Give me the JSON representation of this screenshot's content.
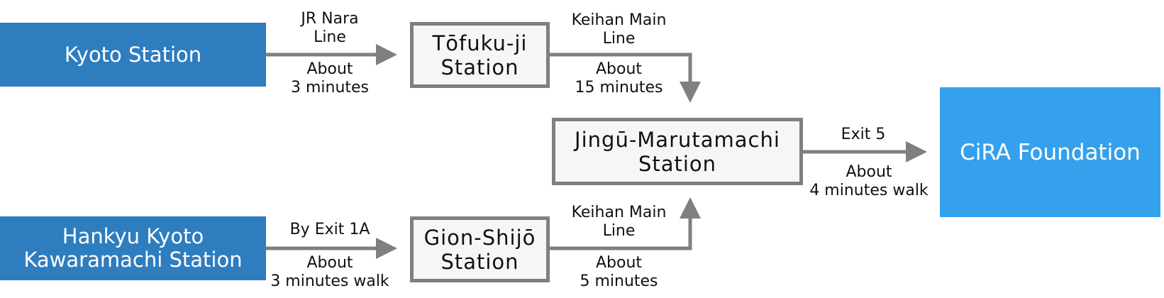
{
  "colors": {
    "origin_fill": "#2e7dbf",
    "station_fill": "#f6f6f6",
    "station_border": "#7f7f7f",
    "destination_fill": "#35a1ec",
    "arrow": "#7f7f7f"
  },
  "nodes": {
    "kyoto_station": "Kyoto Station",
    "hankyu_station": "Hankyu Kyoto\nKawaramachi Station",
    "tofukuji_station": "Tōfuku-ji\nStation",
    "gionshijo_station": "Gion-Shijō\nStation",
    "jingu_station": "Jingū-Marutamachi\nStation",
    "cira_foundation": "CiRA Foundation"
  },
  "edges": {
    "kyoto_to_tofukuji": {
      "route": "JR Nara\nLine",
      "time": "About\n3 minutes"
    },
    "tofukuji_to_jingu": {
      "route": "Keihan Main\nLine",
      "time": "About\n15 minutes"
    },
    "hankyu_to_gionshijo": {
      "route": "By Exit 1A",
      "time": "About\n3 minutes walk"
    },
    "gionshijo_to_jingu": {
      "route": "Keihan Main\nLine",
      "time": "About\n5 minutes"
    },
    "jingu_to_cira": {
      "route": "Exit 5",
      "time": "About\n4 minutes walk"
    }
  }
}
